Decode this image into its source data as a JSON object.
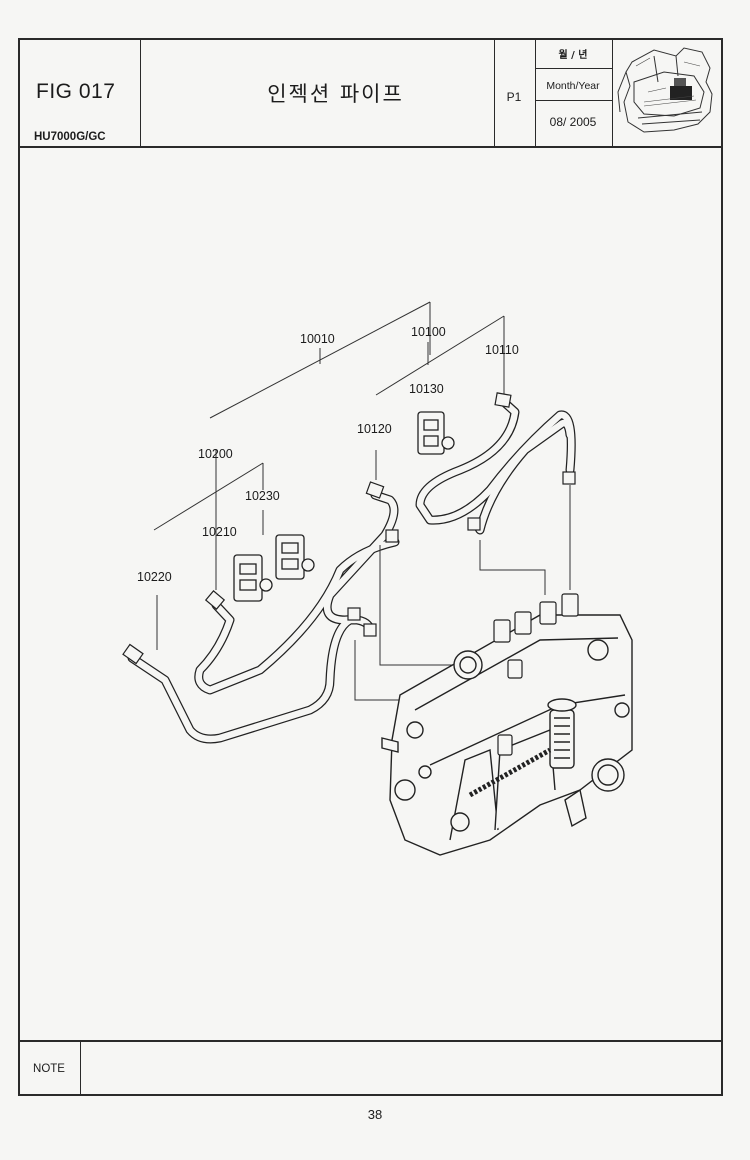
{
  "header": {
    "fig_no": "FIG 017",
    "model": "HU7000G/GC",
    "title": "인젝션 파이프",
    "page": "P1",
    "month_year_ko": "월 / 년",
    "month_year_en": "Month/Year",
    "date": "08/ 2005"
  },
  "parts": {
    "p10010": "10010",
    "p10100": "10100",
    "p10110": "10110",
    "p10130": "10130",
    "p10120": "10120",
    "p10200": "10200",
    "p10230": "10230",
    "p10210": "10210",
    "p10220": "10220"
  },
  "note": {
    "label": "NOTE"
  },
  "footer": {
    "page_number": "38"
  }
}
